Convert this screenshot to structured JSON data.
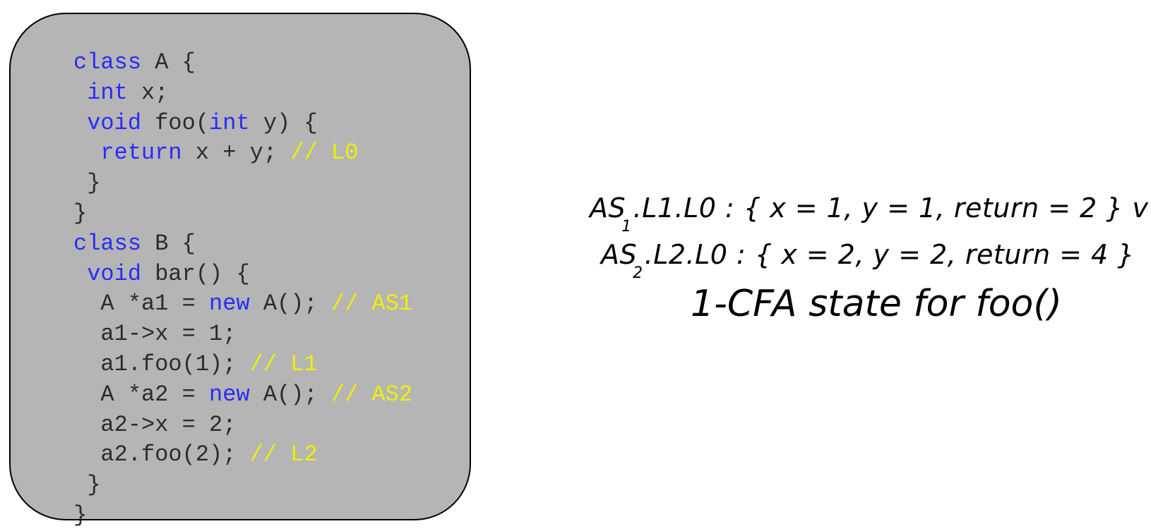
{
  "code_lines": [
    [
      {
        "t": "kw",
        "s": "class"
      },
      {
        "t": "tx",
        "s": " A {"
      }
    ],
    [
      {
        "t": "tx",
        "s": " "
      },
      {
        "t": "kw",
        "s": "int"
      },
      {
        "t": "tx",
        "s": " x;"
      }
    ],
    [
      {
        "t": "tx",
        "s": " "
      },
      {
        "t": "kw",
        "s": "void"
      },
      {
        "t": "tx",
        "s": " foo("
      },
      {
        "t": "kw",
        "s": "int"
      },
      {
        "t": "tx",
        "s": " y) {"
      }
    ],
    [
      {
        "t": "tx",
        "s": "  "
      },
      {
        "t": "kw",
        "s": "return"
      },
      {
        "t": "tx",
        "s": " x + y; "
      },
      {
        "t": "cm",
        "s": "// L0"
      }
    ],
    [
      {
        "t": "tx",
        "s": " }"
      }
    ],
    [
      {
        "t": "tx",
        "s": "}"
      }
    ],
    [
      {
        "t": "kw",
        "s": "class"
      },
      {
        "t": "tx",
        "s": " B {"
      }
    ],
    [
      {
        "t": "tx",
        "s": " "
      },
      {
        "t": "kw",
        "s": "void"
      },
      {
        "t": "tx",
        "s": " bar() {"
      }
    ],
    [
      {
        "t": "tx",
        "s": "  A *a1 = "
      },
      {
        "t": "kw",
        "s": "new"
      },
      {
        "t": "tx",
        "s": " A(); "
      },
      {
        "t": "cm",
        "s": "// AS1"
      }
    ],
    [
      {
        "t": "tx",
        "s": "  a1->x = 1;"
      }
    ],
    [
      {
        "t": "tx",
        "s": "  a1.foo(1); "
      },
      {
        "t": "cm",
        "s": "// L1"
      }
    ],
    [
      {
        "t": "tx",
        "s": "  A *a2 = "
      },
      {
        "t": "kw",
        "s": "new"
      },
      {
        "t": "tx",
        "s": " A(); "
      },
      {
        "t": "cm",
        "s": "// AS2"
      }
    ],
    [
      {
        "t": "tx",
        "s": "  a2->x = 2;"
      }
    ],
    [
      {
        "t": "tx",
        "s": "  a2.foo(2); "
      },
      {
        "t": "cm",
        "s": "// L2"
      }
    ],
    [
      {
        "t": "tx",
        "s": " }"
      }
    ],
    [
      {
        "t": "tx",
        "s": "}"
      }
    ]
  ],
  "states": [
    {
      "prefix": "AS",
      "sub": "1",
      "rest": ".L1.L0 : { x = 1, y = 1, return = 2 } v"
    },
    {
      "prefix": "AS",
      "sub": "2",
      "rest": ".L2.L0 : { x = 2, y = 2, return = 4 }"
    }
  ],
  "caption": "1-CFA state for foo()",
  "colors": {
    "code_background": "#b5b5b5",
    "keyword": "#2a2aff",
    "comment": "#f0f000",
    "text": "#2b2b2b"
  }
}
